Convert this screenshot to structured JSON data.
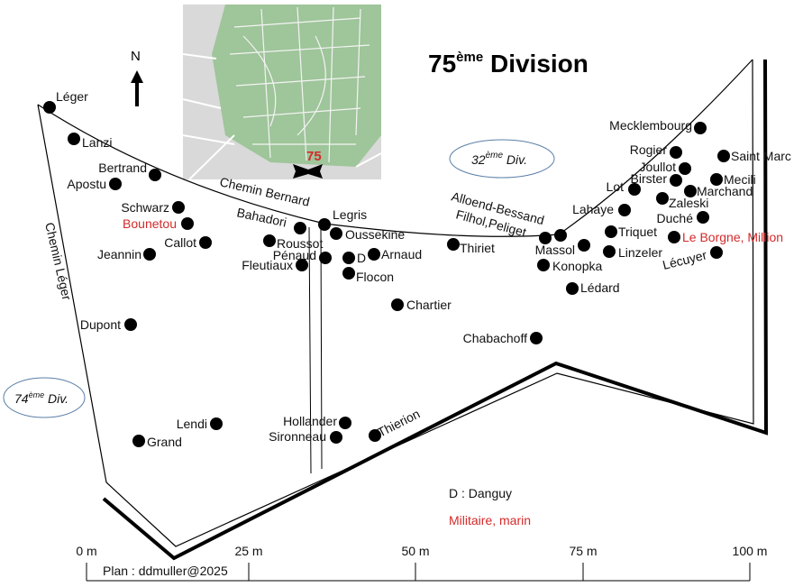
{
  "title": {
    "main": "75",
    "sup": "ème",
    "rest": " Division"
  },
  "north_label": "N",
  "inset": {
    "division_number": "75"
  },
  "paths": {
    "chemin_bernard": "Chemin Bernard",
    "chemin_leger": "Chemin Léger"
  },
  "neighbors": [
    {
      "num": "32",
      "sup": "ème",
      "rest": " Div."
    },
    {
      "num": "74",
      "sup": "ème",
      "rest": " Div."
    }
  ],
  "graves": [
    {
      "name": "Léger"
    },
    {
      "name": "Lanzi"
    },
    {
      "name": "Bertrand"
    },
    {
      "name": "Apostu"
    },
    {
      "name": "Schwarz"
    },
    {
      "name": "Bounetou",
      "military": true
    },
    {
      "name": "Callot"
    },
    {
      "name": "Jeannin"
    },
    {
      "name": "Bahadori"
    },
    {
      "name": "Roussot"
    },
    {
      "name": "Pénaud"
    },
    {
      "name": "Fleutiaux"
    },
    {
      "name": "Legris"
    },
    {
      "name": "Oussekine"
    },
    {
      "name": "D"
    },
    {
      "name": "Arnaud"
    },
    {
      "name": "Flocon"
    },
    {
      "name": "Chartier"
    },
    {
      "name": "Thiriet"
    },
    {
      "name": "Alloend-Bessand"
    },
    {
      "name": "Filhol,Peliget"
    },
    {
      "name": "Massol"
    },
    {
      "name": "Konopka"
    },
    {
      "name": "Lédard"
    },
    {
      "name": "Triquet"
    },
    {
      "name": "Linzeler"
    },
    {
      "name": "Lahaye"
    },
    {
      "name": "Lot"
    },
    {
      "name": "Rogier"
    },
    {
      "name": "Joullot"
    },
    {
      "name": "Birster"
    },
    {
      "name": "Zaleski"
    },
    {
      "name": "Marchand"
    },
    {
      "name": "Mecili"
    },
    {
      "name": "Saint Marc"
    },
    {
      "name": "Mecklembourg"
    },
    {
      "name": "Duché"
    },
    {
      "name": "Le Borgne, Million",
      "military": true
    },
    {
      "name": "Lécuyer"
    },
    {
      "name": "Dupont"
    },
    {
      "name": "Lendi"
    },
    {
      "name": "Grand"
    },
    {
      "name": "Hollander"
    },
    {
      "name": "Sironneau"
    },
    {
      "name": "Thierion"
    },
    {
      "name": "Chabachoff"
    }
  ],
  "legend": {
    "abbrev": "D : Danguy",
    "military": "Militaire, marin"
  },
  "scale": {
    "ticks": [
      "0 m",
      "25 m",
      "50 m",
      "75 m",
      "100 m"
    ],
    "credit": "Plan : ddmuller@2025"
  },
  "colors": {
    "military": "#d42a2a",
    "inset_green": "#9fc59a",
    "ellipse": "#5a7fa8"
  }
}
